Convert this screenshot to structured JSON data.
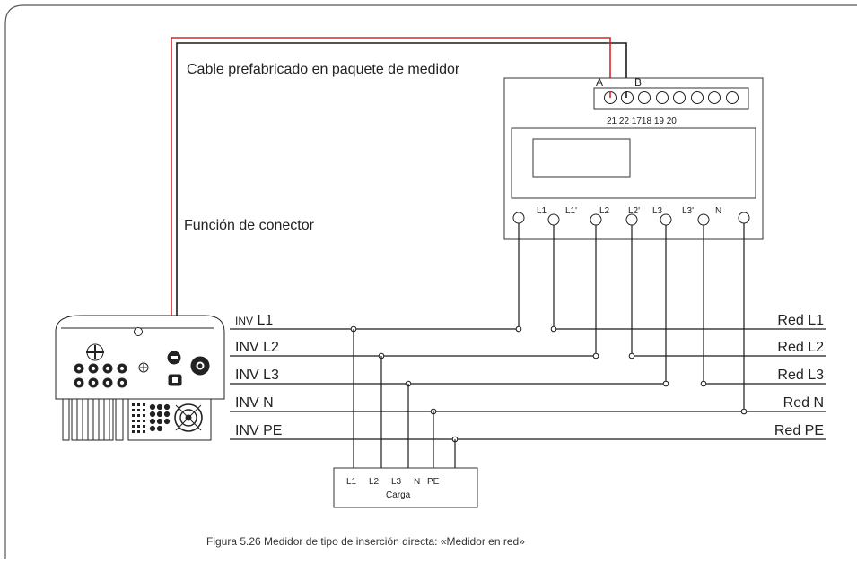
{
  "labels": {
    "cable": "Cable prefabricado en paquete de medidor",
    "connector": "Función de conector",
    "caption": "Figura 5.26 Medidor de tipo de inserción directa: «Medidor en red»",
    "carga": "Carga",
    "meter_a": "A",
    "meter_b": "B",
    "meter_top_nums": "21 22 1718 19 20"
  },
  "meter_bottom_terminals": [
    "L1",
    "L1'",
    "L2",
    "L2'",
    "L3",
    "L3'",
    "N"
  ],
  "inv_lines": [
    {
      "prefix": "INV",
      "name": "L1"
    },
    {
      "prefix": "INV",
      "name": "L2"
    },
    {
      "prefix": "INV",
      "name": "L3"
    },
    {
      "prefix": "INV",
      "name": "N"
    },
    {
      "prefix": "INV",
      "name": "PE"
    }
  ],
  "red_lines": [
    "Red L1",
    "Red L2",
    "Red L3",
    "Red N",
    "Red PE"
  ],
  "load_terminals": [
    "L1",
    "L2",
    "L3",
    "N",
    "PE"
  ],
  "colors": {
    "signal_wire": "#d9262c",
    "line": "#1a1a1a",
    "frame": "#555555"
  }
}
